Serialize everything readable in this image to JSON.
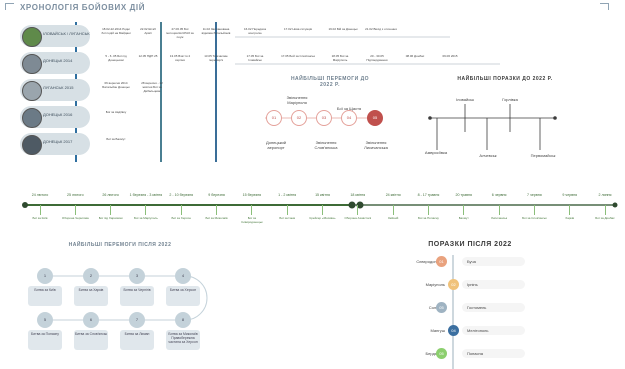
{
  "title": "ХРОНОЛОГІЯ БОЙОВИХ ДІЙ",
  "rows": [
    {
      "label": "ІЛОВАЙСЬК / ЛУГАНСЬК",
      "cells": [
        "18.02-22.2014 Родні бої подій на Майдані",
        "22.02 Штаб Армії",
        "27.06.05 Бої мотоциклів КРАЗ за поуж",
        "11.02 Запланована відмова батальйонів",
        "16.02 Передача контролю",
        "17.02 Нова ситуація",
        "19.02 Бій за Донецьк",
        "21.02 Вихід з оточення"
      ]
    },
    {
      "label": "ДОНЕЦЬК 2014",
      "cells": [
        "5 - 6 .05 Бої під Донецьком",
        "12.05 ПДП 25",
        "13.05 Взяття 2 серпня",
        "13.05 Тимчасове перемир'я",
        "17.05 Бої за Іловайськ",
        "17.05 Бой за Слов'янськ",
        "18.05 Бої за Маріуполь",
        "20 - 30.05 Підтвердження",
        "08.06 Донбас",
        "09.06 2015"
      ]
    },
    {
      "label": "ЛУГАНСЬК 2015",
      "cells": [
        "06 вересня 2014 Батальйон Донецьк",
        "28 вересня - 12 жовтня Бої за Дебальцеве"
      ]
    },
    {
      "label": "ДОНЕЦЬК 2016",
      "cells": [
        "Бої за Авдіївку"
      ]
    },
    {
      "label": "ДОНЕЦЬК 2017",
      "cells": [
        "Бої за Бахмут"
      ]
    }
  ],
  "victories_2022": {
    "heading": "НАЙБІЛЬШІ ПЕРЕМОГИ ДО 2022 Р.",
    "nodes": [
      "01",
      "02",
      "03",
      "04",
      "05"
    ],
    "labels_top": [
      "Звільнення Маріуполя",
      "Бої за Щастя"
    ],
    "labels_bottom": [
      "Донецький аеропорт",
      "Звільнення Слов'янська",
      "Звільнення Лисичанська"
    ]
  },
  "defeats_2022": {
    "heading": "НАЙБІЛЬШІ ПОРАЗКИ ДО 2022 Р.",
    "labels_top": [
      "Іловайськ",
      "Горлівка"
    ],
    "labels_bottom": [
      "Амвросіївка",
      "Алчевськ",
      "Первомайськ"
    ]
  },
  "timeline2": {
    "dates": [
      "24 лютого",
      "25 лютого",
      "26 лютого",
      "1 березня - 3 квітня",
      "2 - 10 березня",
      "9 березня",
      "15 березня",
      "1 - 2 квітня",
      "15 квітня",
      "18 квітня",
      "24 квітня",
      "8 - 17 травня",
      "20 травня",
      "6 червня",
      "7 червня",
      "9 червня",
      "2 липня"
    ],
    "events": [
      "Бої за Київ",
      "Оборона Чернігова",
      "Бої під Харковом",
      "Бої за Маріуполь",
      "Бої за Херсон",
      "Бої за Миколаїв",
      "Бої за Сєвєродонецьк",
      "Бої за Ізюм",
      "Крейсер «Москва»",
      "Оборона Азовсталі",
      "Зміїний",
      "Бої за Попасну",
      "Бахмут",
      "Лисичанськ",
      "Бої за Слов'янськ",
      "Харків",
      "Бої за Донбас"
    ]
  },
  "victories_after": {
    "heading": "НАЙБІЛЬШІ ПЕРЕМОГИ ПІСЛЯ 2022",
    "items": [
      {
        "num": "1",
        "label": "Битва за Київ"
      },
      {
        "num": "2",
        "label": "Битва за Харків"
      },
      {
        "num": "3",
        "label": "Битва за Чернігів"
      },
      {
        "num": "4",
        "label": "Битва за Херсон"
      },
      {
        "num": "5",
        "label": "Битва за Попасну"
      },
      {
        "num": "6",
        "label": "Битва за Слов'янськ"
      },
      {
        "num": "7",
        "label": "Битва за Лиман"
      },
      {
        "num": "8",
        "label": "Битва за Миколаїв Правобережна частина за Херсон"
      }
    ]
  },
  "defeats_after": {
    "heading": "ПОРАЗКИ ПІСЛЯ 2022",
    "items": [
      {
        "num": "01",
        "left": "Сєвєродонецьк",
        "right": "Буча",
        "color": "#e9a27e"
      },
      {
        "num": "02",
        "left": "Маріуполь",
        "right": "Ірпінь",
        "color": "#f0c27a"
      },
      {
        "num": "05",
        "left": "Соледар",
        "right": "Гостомель",
        "color": "#9fb3c2"
      },
      {
        "num": "04",
        "left": "Мангуш",
        "right": "Мелітополь",
        "color": "#3b6fa0"
      },
      {
        "num": "05",
        "left": "Бердянськ",
        "right": "Попасна",
        "color": "#8ccf6e"
      }
    ]
  }
}
